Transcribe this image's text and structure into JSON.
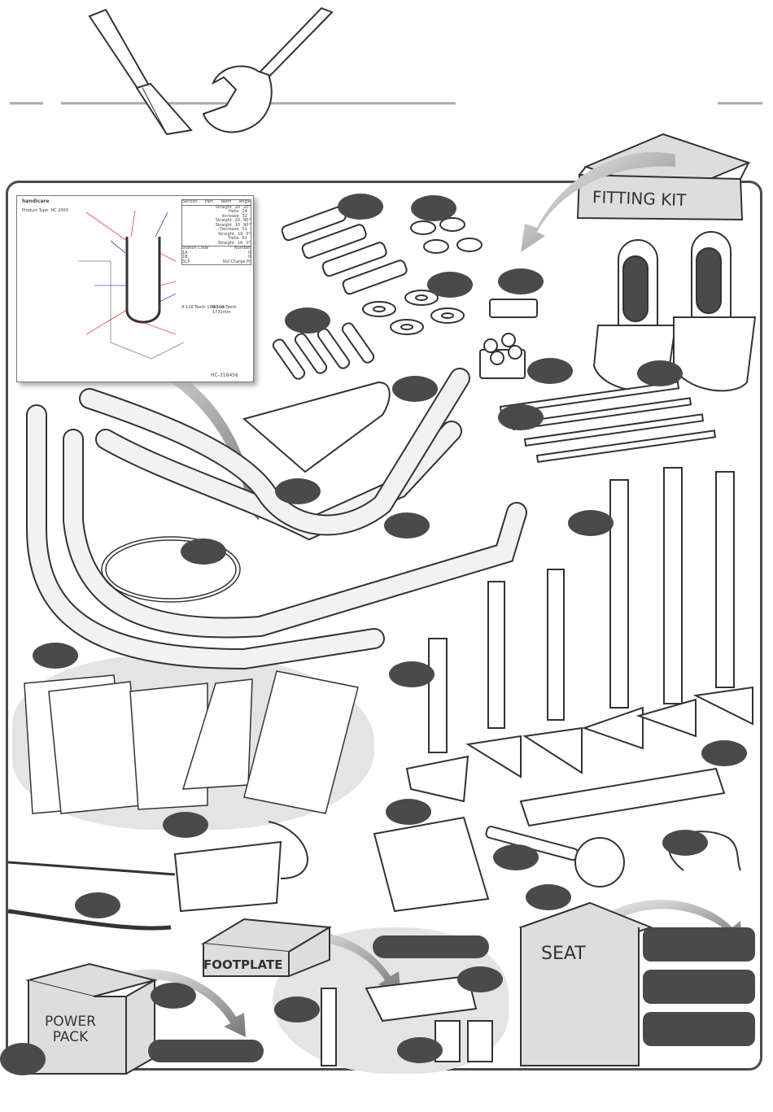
{
  "header": {
    "tool_icons": [
      "screwdriver-icon",
      "wrench-icon"
    ]
  },
  "boxes": {
    "fitting_kit": "FITTING KIT",
    "seat": "SEAT",
    "footplate": "FOOTPLATE",
    "power_pack": "POWER\nPACK"
  },
  "plan": {
    "logo": "handicare",
    "product": "Product Type: HC 2000",
    "turns_title": "Section",
    "parts_headers": [
      "Part",
      "Teeth",
      "Angle"
    ],
    "parts_rows": [
      [
        "Straight",
        "20",
        "20°"
      ],
      [
        "Helix",
        "24",
        ""
      ],
      [
        "Increase",
        "32",
        ""
      ],
      [
        "Straight",
        "20",
        "90°"
      ],
      [
        "Straight",
        "10",
        "90°"
      ],
      [
        "Decrease",
        "51",
        ""
      ],
      [
        "Straight",
        "19",
        "0°"
      ],
      [
        "Helix",
        "61",
        ""
      ],
      [
        "Straight",
        "16",
        "0°"
      ]
    ],
    "turn_a": "A\n118 Teeth\n1908mm",
    "turn_b": "B\n116 Teeth\n1731mm",
    "station_headers": [
      "Station Code",
      "Number"
    ],
    "station_rows": [
      [
        "1A",
        "0"
      ],
      [
        "1B",
        "0"
      ],
      [
        "SCP",
        "Std Charge Pt"
      ]
    ],
    "ref": "HC-316456"
  },
  "legend_colors": {
    "tube": "#ebebeb",
    "outline": "#333333",
    "marker": "#4a4a4a",
    "frame": "#4a4a4a",
    "blob": "#e4e4e4"
  }
}
